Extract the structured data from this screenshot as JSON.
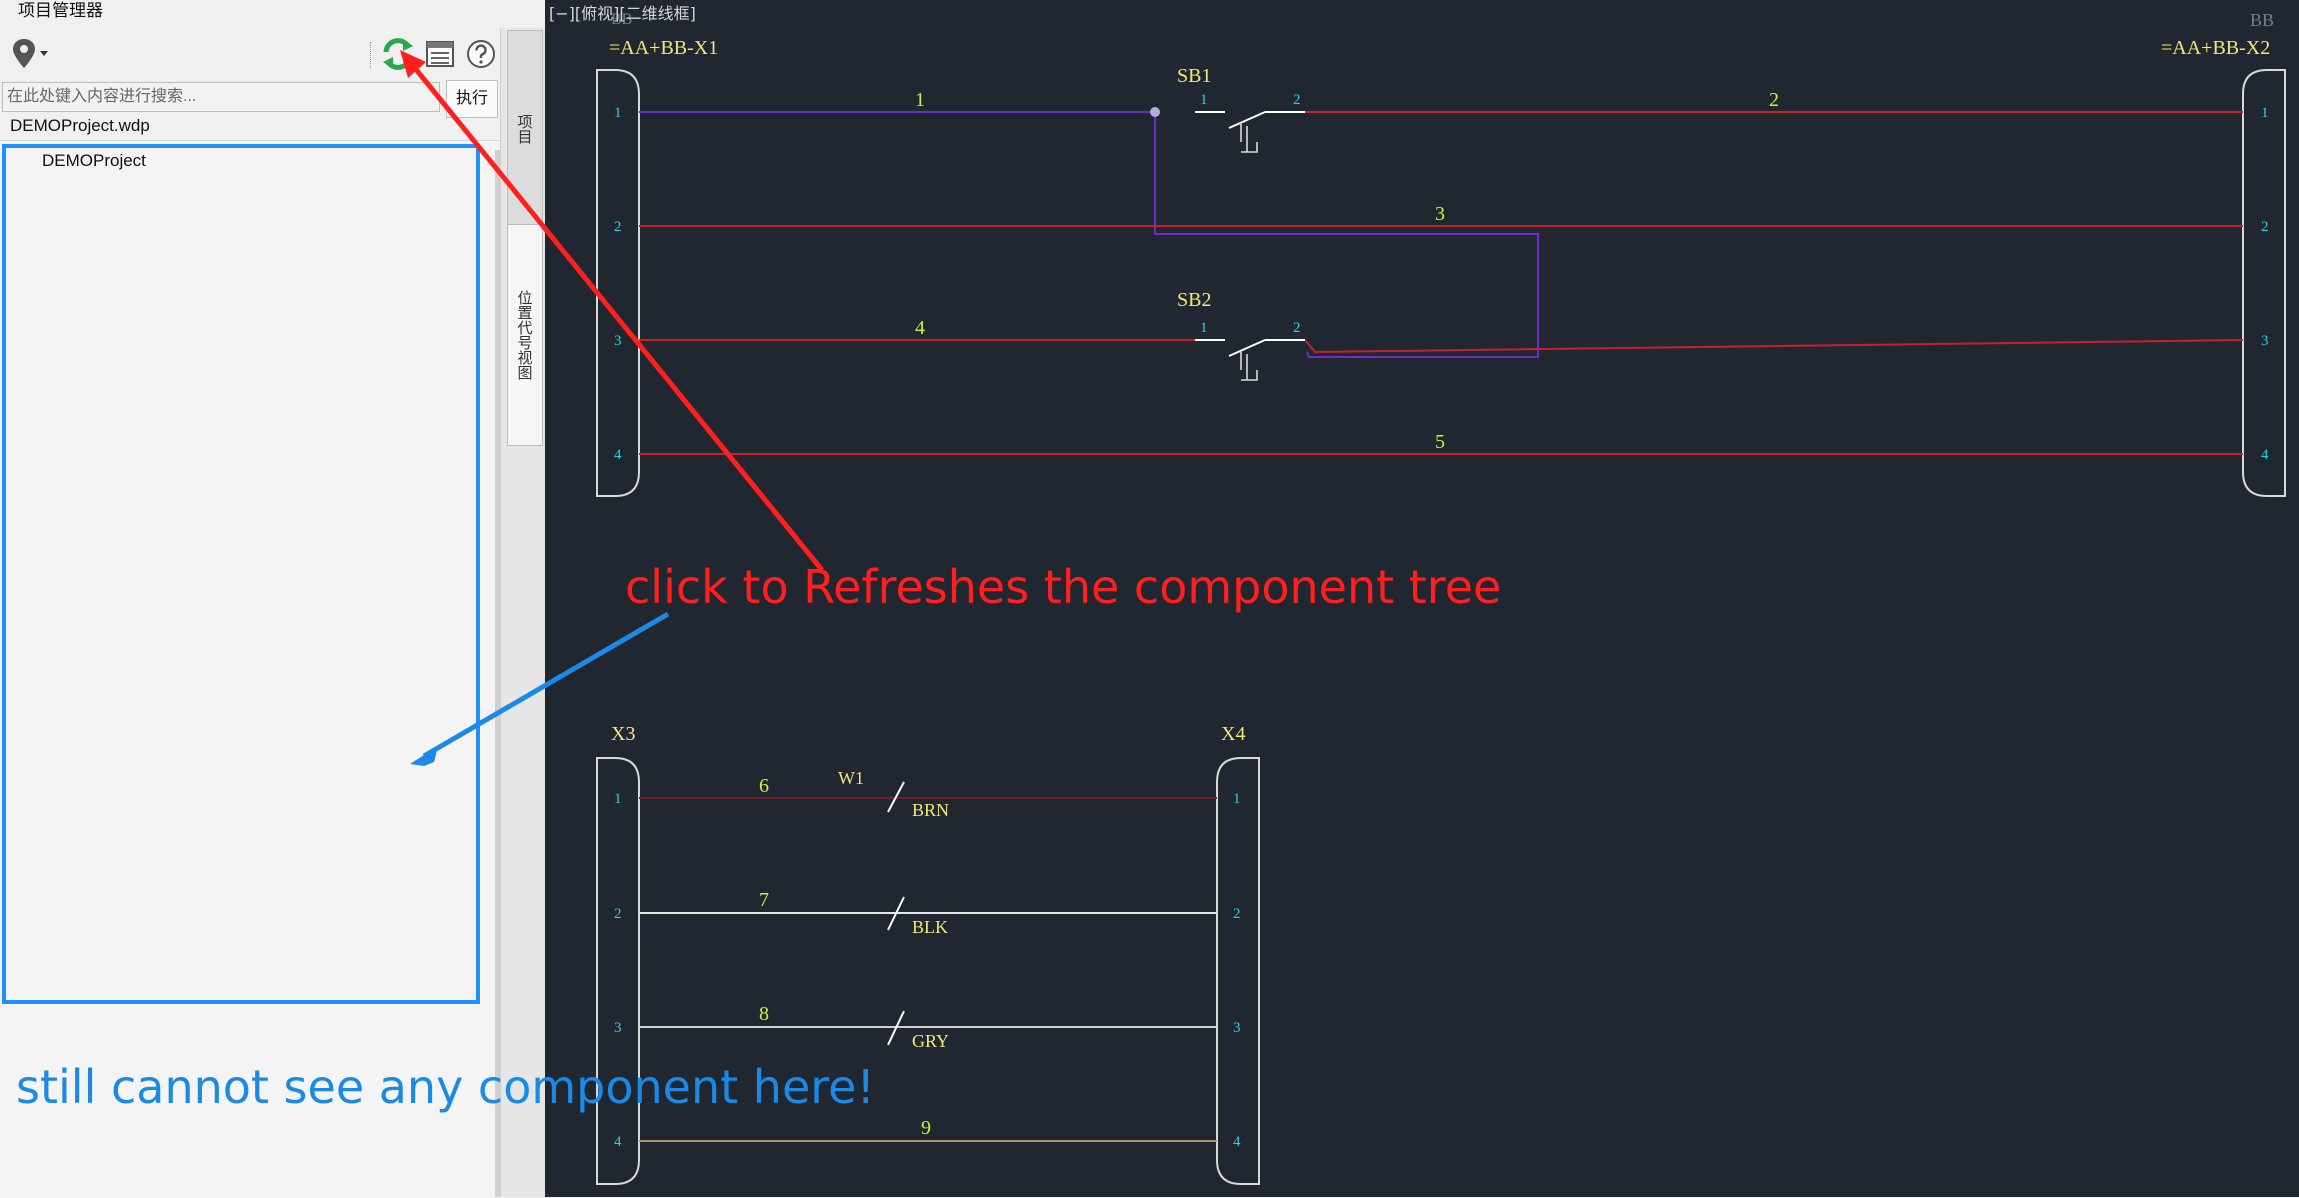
{
  "panel": {
    "title": "项目管理器",
    "search_placeholder": "在此处键入内容进行搜索...",
    "execute_label": "执行",
    "project_file": "DEMOProject.wdp",
    "tree_items": [
      {
        "label": "DEMOProject"
      }
    ],
    "tabs": [
      {
        "label": "项目"
      },
      {
        "label": "位置代号视图"
      }
    ]
  },
  "toolbar": {
    "location_icon": "map-pin-icon",
    "refresh_icon": "refresh-icon",
    "layout_icon": "layout-icon",
    "help_icon": "help-icon"
  },
  "cad": {
    "view_label": "[−][俯视][二维线框]",
    "top_left_faded": "BB",
    "top_right_faded": "BB",
    "terminal_left_tag": "=AA+BB-X1",
    "terminal_right_tag": "=AA+BB-X2",
    "switches": [
      {
        "tag": "SB1",
        "pin_in": "1",
        "pin_out": "2"
      },
      {
        "tag": "SB2",
        "pin_in": "1",
        "pin_out": "2"
      }
    ],
    "top_pins": [
      "1",
      "2",
      "3",
      "4"
    ],
    "top_wires": [
      "1",
      "2",
      "3",
      "4",
      "5"
    ],
    "bottom_left_tag": "X3",
    "bottom_right_tag": "X4",
    "cable_tag": "W1",
    "bottom_pins": [
      "1",
      "2",
      "3",
      "4"
    ],
    "bottom_wires": [
      "6",
      "7",
      "8",
      "9"
    ],
    "wire_colors": [
      "BRN",
      "BLK",
      "GRY"
    ]
  },
  "annotations": {
    "refresh_note": "click to Refreshes the component tree",
    "still_note": "still cannot see any component  here!"
  },
  "colors": {
    "cad_background": "#212730",
    "wire_red": "#c8202a",
    "wire_purple": "#6a2ecb",
    "pin_cyan": "#24d4e8",
    "wire_number_green": "#c8f23c",
    "tag_yellow": "#f2e878",
    "annotation_red": "#ff1f1f",
    "annotation_blue": "#1a8ae6"
  }
}
